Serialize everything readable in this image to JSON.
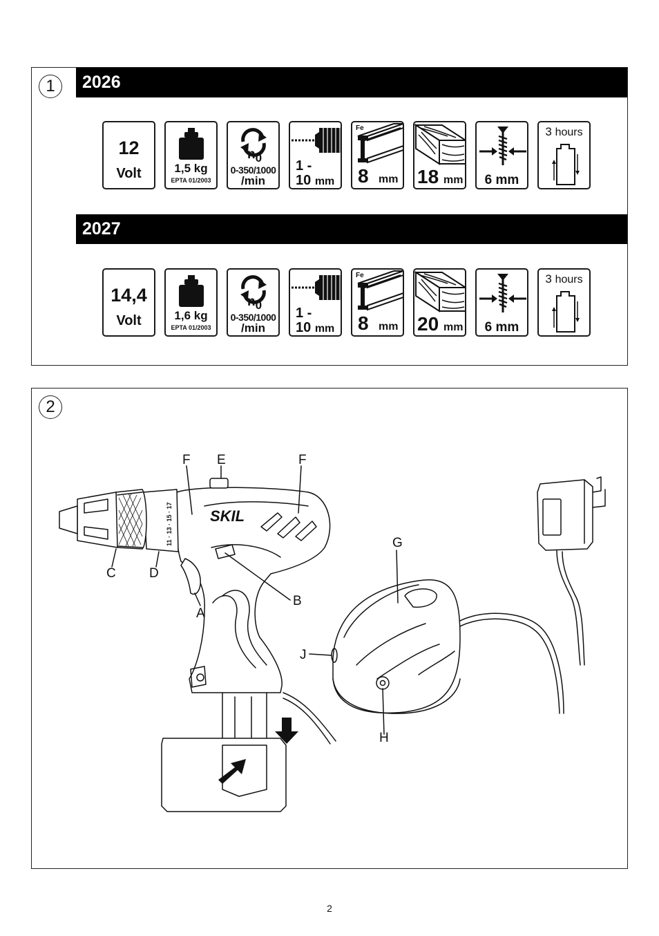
{
  "panel1": {
    "number": "1",
    "models": [
      {
        "name": "2026",
        "volt_value": "12",
        "volt_label": "Volt",
        "weight": "1,5 kg",
        "weight_note": "EPTA 01/2003",
        "speed_symbol": "n",
        "speed_subscript": "0",
        "speed_range": "0-350/1000",
        "speed_unit": "/min",
        "chuck_line1": "1 -",
        "chuck_line2": "10",
        "chuck_unit": "mm",
        "steel_label": "Fe",
        "steel_value": "8",
        "steel_unit": "mm",
        "wood_value": "18",
        "wood_unit": "mm",
        "screw_value": "6 mm",
        "charge_value": "3",
        "charge_unit": "hours"
      },
      {
        "name": "2027",
        "volt_value": "14,4",
        "volt_label": "Volt",
        "weight": "1,6 kg",
        "weight_note": "EPTA 01/2003",
        "speed_symbol": "n",
        "speed_subscript": "0",
        "speed_range": "0-350/1000",
        "speed_unit": "/min",
        "chuck_line1": "1 -",
        "chuck_line2": "10",
        "chuck_unit": "mm",
        "steel_label": "Fe",
        "steel_value": "8",
        "steel_unit": "mm",
        "wood_value": "20",
        "wood_unit": "mm",
        "screw_value": "6 mm",
        "charge_value": "3",
        "charge_unit": "hours"
      }
    ]
  },
  "panel2": {
    "number": "2",
    "drill_brand": "SKIL",
    "torque_scale": "11 · 13 · 15 · 17",
    "callouts": {
      "F1": "F",
      "E": "E",
      "F2": "F",
      "G": "G",
      "C": "C",
      "D": "D",
      "B": "B",
      "A": "A",
      "J": "J",
      "H": "H"
    }
  },
  "page_number": "2"
}
